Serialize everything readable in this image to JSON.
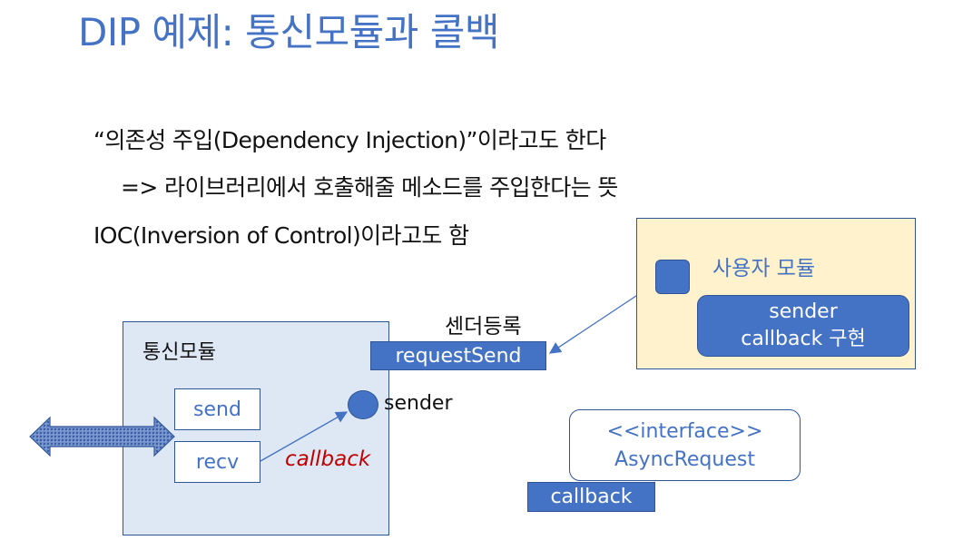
{
  "slide": {
    "title": "DIP 예제: 통신모듈과 콜백",
    "lines": [
      "“의존성 주입(Dependency Injection)”이라고도 한다",
      "=> 라이브러리에서 호출해줄 메소드를 주입한다는 뜻",
      "IOC(Inversion of Control)이라고도 함"
    ]
  },
  "diagram": {
    "comm_module": {
      "label": "통신모듈",
      "send": "send",
      "recv": "recv"
    },
    "sender_label": "sender",
    "callback_label": "callback",
    "register_label": "센더등록",
    "request_send": "requestSend",
    "user_module": {
      "label": "사용자 모듈",
      "impl_line1": "sender",
      "impl_line2": "callback 구현"
    },
    "interface": {
      "stereotype": "<<interface>>",
      "name": "AsyncRequest",
      "method": "callback"
    },
    "colors": {
      "accent_blue": "#4472C4",
      "border_blue": "#2F5597",
      "module_fill": "#DEE8F4",
      "user_fill": "#FFF2CC",
      "callback_red": "#C00000"
    }
  }
}
